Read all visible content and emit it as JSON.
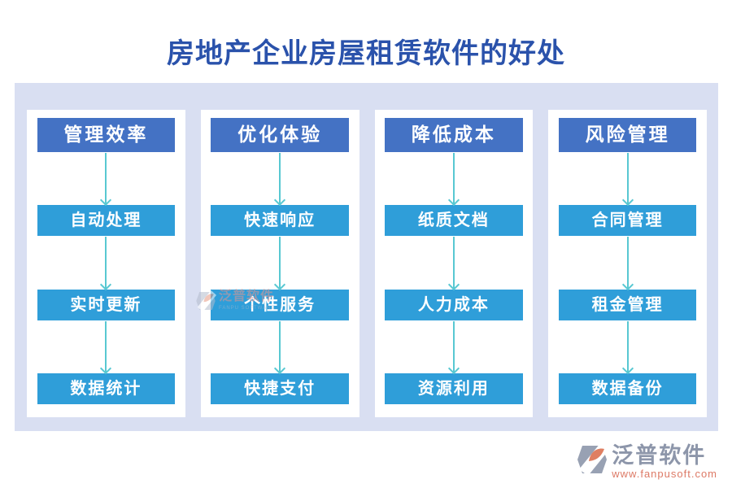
{
  "title": "房地产企业房屋租赁软件的好处",
  "columns": [
    {
      "header": "管理效率",
      "items": [
        "自动处理",
        "实时更新",
        "数据统计"
      ]
    },
    {
      "header": "优化体验",
      "items": [
        "快速响应",
        "个性服务",
        "快捷支付"
      ]
    },
    {
      "header": "降低成本",
      "items": [
        "纸质文档",
        "人力成本",
        "资源利用"
      ]
    },
    {
      "header": "风险管理",
      "items": [
        "合同管理",
        "租金管理",
        "数据备份"
      ]
    }
  ],
  "watermark": {
    "brand": "泛普软件",
    "brand_sub": "FANPU SOFTWARE"
  },
  "footer_logo": {
    "brand": "泛普软件",
    "url": "www.fanpusoft.com"
  },
  "colors": {
    "title_blue": "#2a52ab",
    "header_blue": "#4472c4",
    "item_blue": "#2f9ed9",
    "arrow_teal": "#58c8d2",
    "panel_bg": "#d9dff2",
    "logo_gray": "#8d96aa",
    "logo_salmon": "#dd7a66"
  }
}
